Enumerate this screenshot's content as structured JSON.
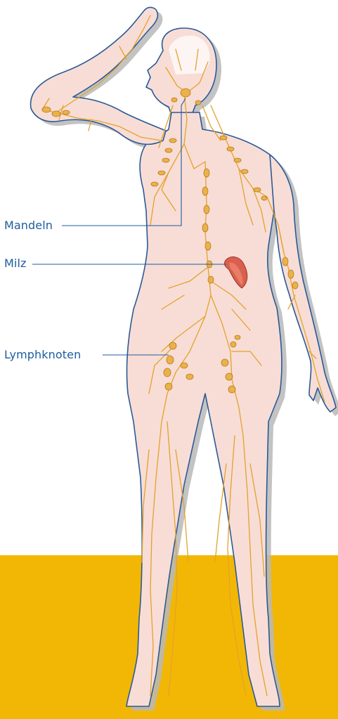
{
  "labels": {
    "tonsils": "Mandeln",
    "spleen": "Milz",
    "lymph_nodes": "Lymphknoten"
  },
  "colors": {
    "label_text": "#1d5c9e",
    "leader_line": "#1d5c9e",
    "floor": "#f2b705",
    "body_fill": "#f8ddd6",
    "body_outline": "#2a5a96",
    "body_shadow": "#b9b9b9",
    "lymph_vessel": "#e3a22a",
    "lymph_node": "#e9b24a",
    "spleen": "#d9604e"
  }
}
